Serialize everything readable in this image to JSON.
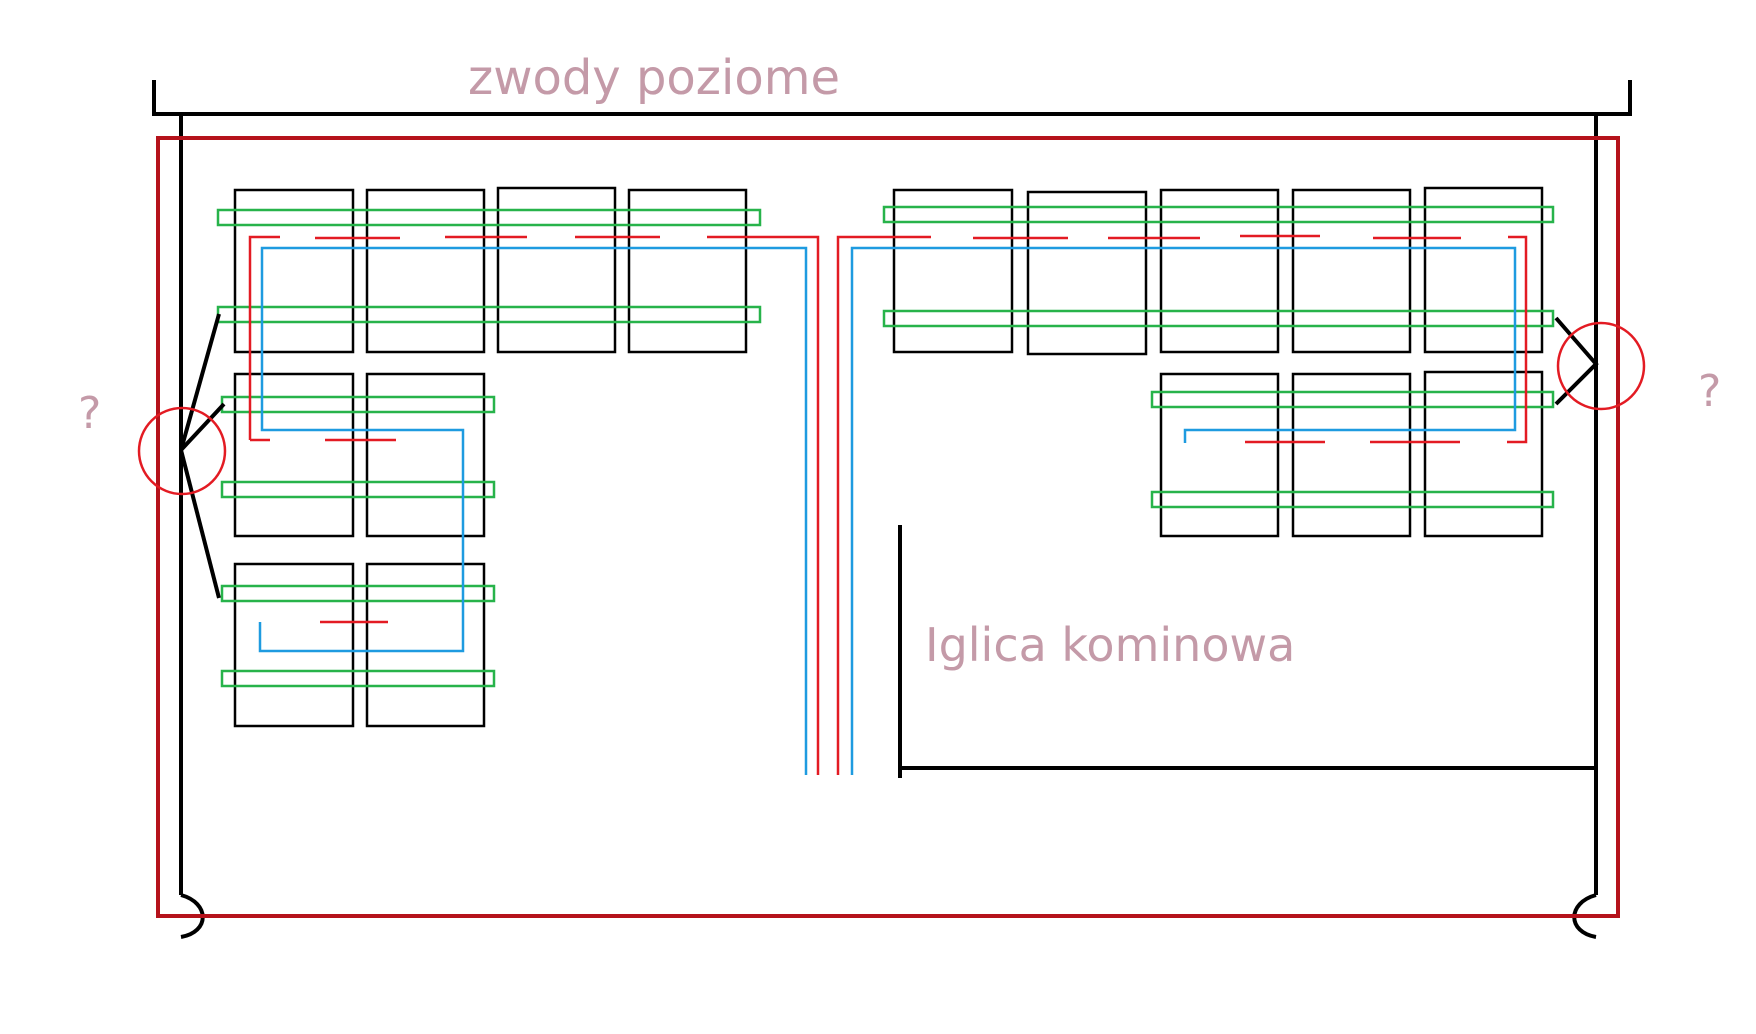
{
  "labels": {
    "horizontal_conductors": "zwody poziome",
    "left_unknown": "?",
    "right_unknown": "?",
    "chimney_rod": "Iglica kominowa"
  },
  "colors": {
    "text": "#c49aa8",
    "structure": "#000000",
    "roof_outline": "#b5121b",
    "string_positive": "#e31b23",
    "string_negative": "#1e9be0",
    "mounting_rails": "#27b34a",
    "marker_circle": "#e31b23",
    "background": "#ffffff"
  },
  "panel_counts": {
    "left_top_row": 4,
    "left_lower_rows": 4,
    "right_top_row": 5,
    "right_lower_row": 3
  }
}
